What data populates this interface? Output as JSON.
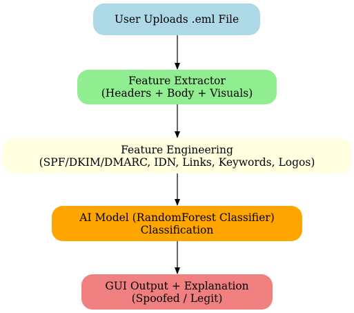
{
  "colors": {
    "upload": "#add8e6",
    "extract": "#90ee90",
    "engineer": "#ffffe0",
    "model": "#ffa500",
    "output": "#f08080",
    "edge": "#000000"
  },
  "nodes": {
    "upload": {
      "line1": "User Uploads .eml File"
    },
    "extract": {
      "line1": "Feature Extractor",
      "line2": "(Headers + Body + Visuals)"
    },
    "engineer": {
      "line1": "Feature Engineering",
      "line2": "(SPF/DKIM/DMARC, IDN, Links, Keywords, Logos)"
    },
    "model": {
      "line1": "AI Model (RandomForest Classifier)",
      "line2": "Classification"
    },
    "output": {
      "line1": "GUI Output + Explanation",
      "line2": "(Spoofed / Legit)"
    }
  }
}
